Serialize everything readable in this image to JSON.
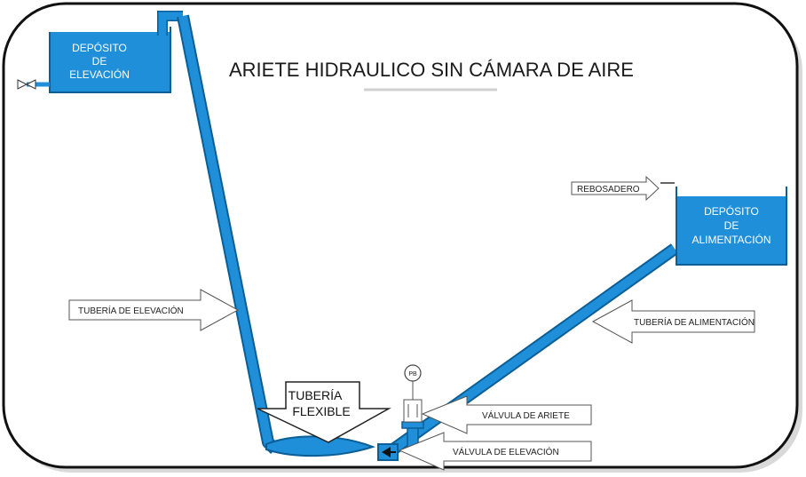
{
  "title": "ARIETE HIDRAULICO SIN CÁMARA DE AIRE",
  "tanks": {
    "elevation": [
      "DEPÓSITO",
      "DE",
      "ELEVACIÓN"
    ],
    "supply": [
      "DEPÓSITO",
      "DE",
      "ALIMENTACIÓN"
    ]
  },
  "labels": {
    "rebosadero": "REBOSADERO",
    "tuberia_elevacion": "TUBERÍA DE ELEVACIÓN",
    "tuberia_alimentacion": "TUBERÍA DE ALIMENTACIÓN",
    "valvula_ariete": "VÁLVULA DE ARIETE",
    "valvula_elevacion": "VÁLVULA DE ELEVACIÓN",
    "flexible_line1": "TUBERÍA",
    "flexible_line2": "FLEXIBLE",
    "gauge": "PB"
  },
  "colors": {
    "water": "#1e8fd8",
    "pipe_outline": "#0b5e96",
    "frame": "#111111",
    "arrow_fill": "#ffffff",
    "arrow_stroke": "#444444"
  }
}
